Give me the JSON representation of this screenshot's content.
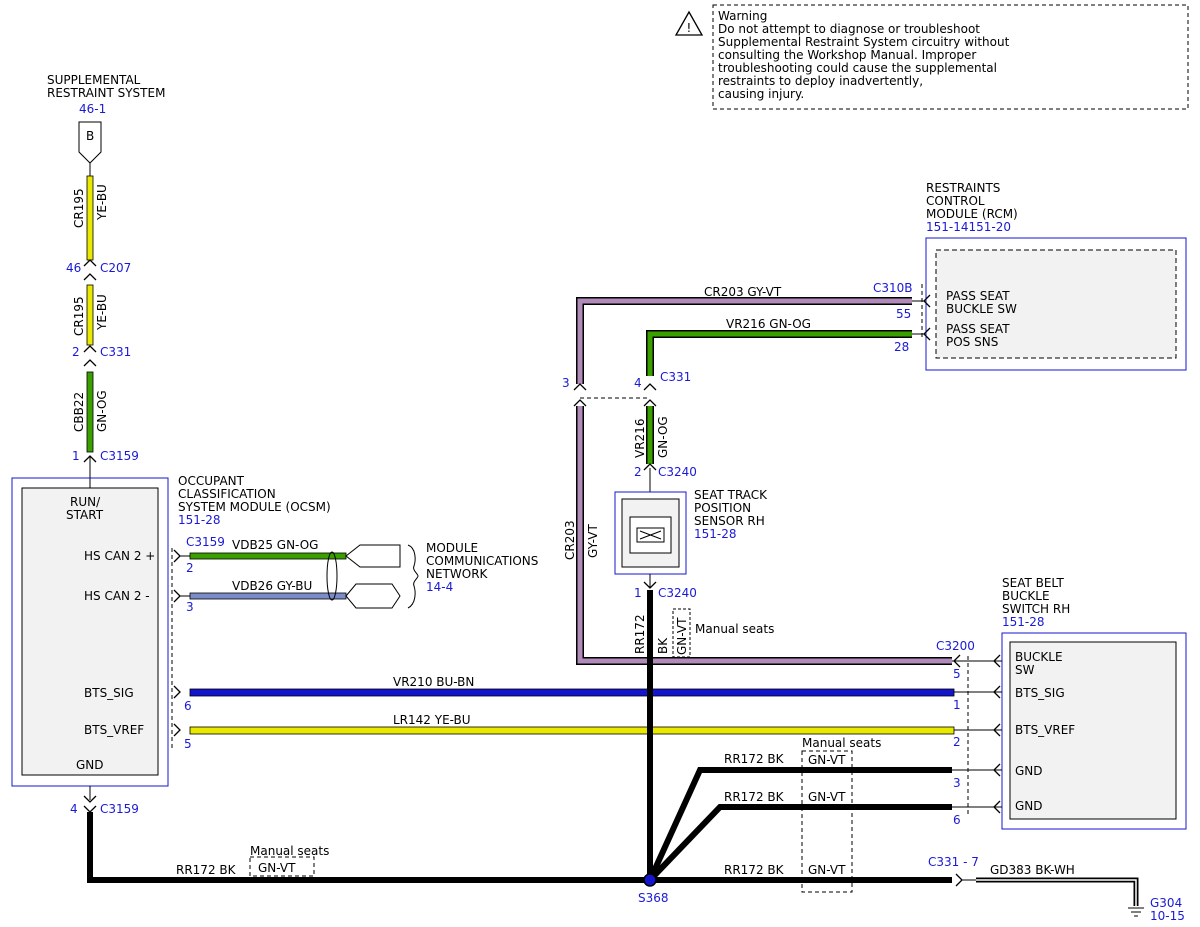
{
  "warning": {
    "title": "Warning",
    "lines": [
      "Do not attempt to diagnose or troubleshoot",
      "Supplemental Restraint System circuitry without",
      "consulting the Workshop Manual. Improper",
      "troubleshooting could cause the supplemental",
      "restraints to deploy inadvertently,",
      "causing injury."
    ]
  },
  "srs": {
    "name_lines": [
      "SUPPLEMENTAL",
      "RESTRAINT SYSTEM"
    ],
    "ref": "46-1",
    "conn_letter": "B"
  },
  "wires": {
    "cr195": "CR195",
    "yebu": "YE-BU",
    "cbb22": "CBB22",
    "gnog": "GN-OG",
    "cr203": "CR203",
    "gyvt": "GY-VT",
    "vr216": "VR216",
    "vdb25": "VDB25  GN-OG",
    "vdb26": "VDB26  GY-BU",
    "vr210": "VR210  BU-BN",
    "lr142": "LR142  YE-BU",
    "cr203_top": "CR203  GY-VT",
    "vr216_top": "VR216  GN-OG",
    "rr172": "RR172",
    "bk": "BK",
    "gnvt": "GN-VT",
    "rr172bk": "RR172   BK",
    "gd383": "GD383  BK-WH"
  },
  "connectors": {
    "c207": "C207",
    "c207_pin": "46",
    "c331a": "C331",
    "c331a_pin": "2",
    "c3159a": "C3159",
    "c3159a_pin": "1",
    "c3159b": "C3159",
    "c3159b_pin_hs1": "2",
    "c3159b_pin_hs2": "3",
    "c3159c": "C3159",
    "c3159c_pin": "4",
    "pin6": "6",
    "pin5": "5",
    "c310b": "C310B",
    "c310b_pin55": "55",
    "c310b_pin28": "28",
    "c331b": "C331",
    "c331b_pin3": "3",
    "c331b_pin4": "4",
    "c3240a": "C3240",
    "c3240a_pin": "2",
    "c3240b": "C3240",
    "c3240b_pin": "1",
    "c3200": "C3200",
    "c3200_pin5": "5",
    "c3200_pin1": "1",
    "c3200_pin2": "2",
    "c3200_pin3": "3",
    "c3200_pin6": "6",
    "c331_7": "C331 - 7",
    "s368": "S368",
    "g304": "G304",
    "g304_ref": "10-15"
  },
  "ocsm": {
    "name_lines": [
      "OCCUPANT",
      "CLASSIFICATION",
      "SYSTEM MODULE (OCSM)"
    ],
    "ref": "151-28",
    "run_start": [
      "RUN/",
      "START"
    ],
    "hs_can2p": "HS CAN 2 +",
    "hs_can2m": "HS CAN 2 -",
    "bts_sig": "BTS_SIG",
    "bts_vref": "BTS_VREF",
    "gnd": "GND"
  },
  "network": {
    "name_lines": [
      "MODULE",
      "COMMUNICATIONS",
      "NETWORK"
    ],
    "ref": "14-4"
  },
  "rcm": {
    "name_lines": [
      "RESTRAINTS",
      "CONTROL",
      "MODULE (RCM)"
    ],
    "ref": "151-14151-20",
    "pin1": [
      "PASS SEAT",
      "BUCKLE SW"
    ],
    "pin2": [
      "PASS SEAT",
      "POS SNS"
    ]
  },
  "seat_sensor": {
    "name_lines": [
      "SEAT TRACK",
      "POSITION",
      "SENSOR RH"
    ],
    "ref": "151-28"
  },
  "buckle": {
    "name_lines": [
      "SEAT BELT",
      "BUCKLE",
      "SWITCH RH"
    ],
    "ref": "151-28",
    "sw": [
      "BUCKLE",
      "SW"
    ],
    "bts_sig": "BTS_SIG",
    "bts_vref": "BTS_VREF",
    "gnd1": "GND",
    "gnd2": "GND"
  },
  "notes": {
    "manual_seats": "Manual seats"
  },
  "colors": {
    "yellow": "#e8e800",
    "green": "#3aa000",
    "violet": "#b08ab8",
    "blue": "#1515d0",
    "gray_blue": "#7c8cc8",
    "black": "#000000",
    "label_blue": "#1a1ad6"
  }
}
